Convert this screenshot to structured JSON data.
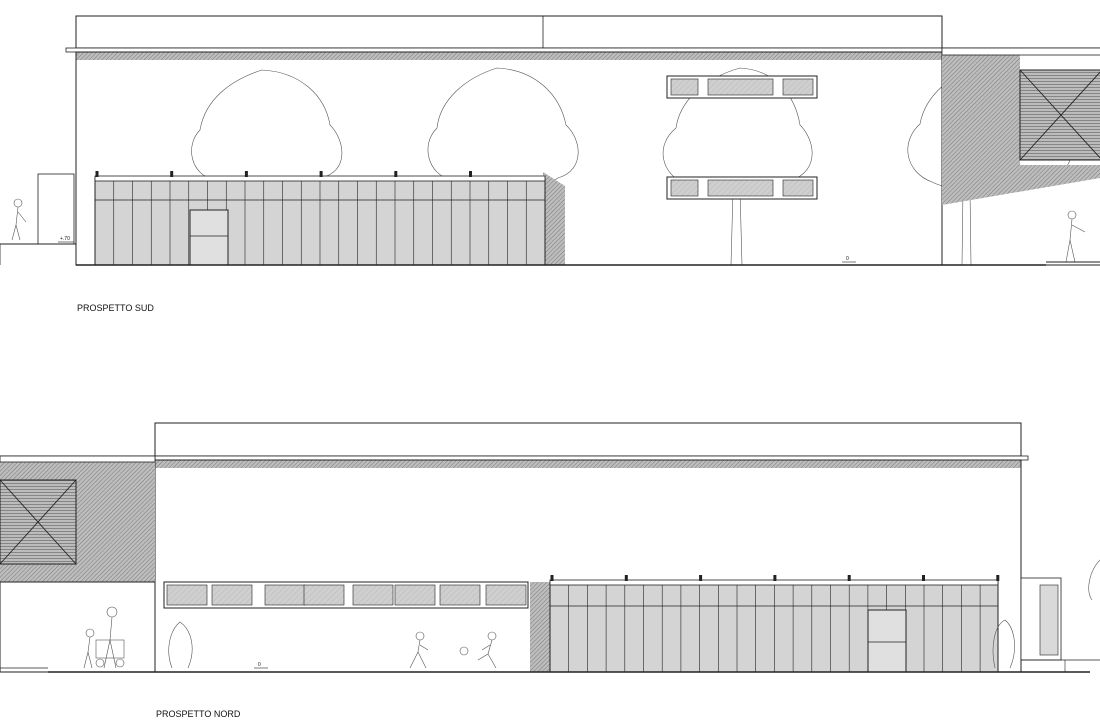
{
  "elevations": [
    {
      "key": "sud",
      "title": "PROSPETTO SUD",
      "level_marks": [
        "+.70",
        "0"
      ]
    },
    {
      "key": "nord",
      "title": "PROSPETTO NORD",
      "level_marks": [
        "0"
      ]
    }
  ],
  "colors": {
    "line": "#222222",
    "wall_hatch": "#8c8c8c",
    "glass": "#c8c8c8",
    "shadow": "#9a9a9a",
    "tree": "#555555"
  }
}
